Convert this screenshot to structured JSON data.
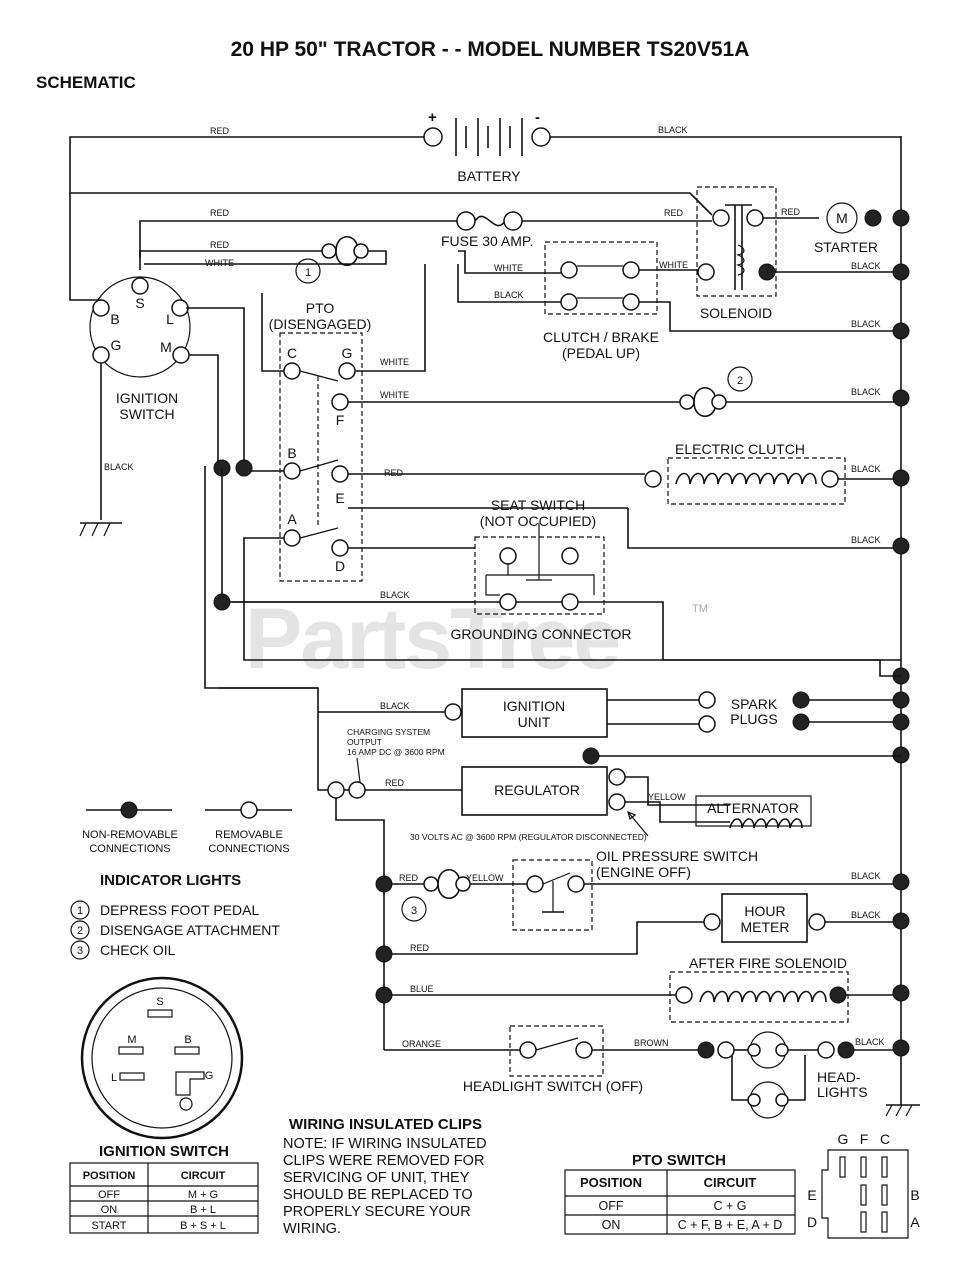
{
  "title": "20 HP 50\" TRACTOR - - MODEL NUMBER TS20V51A",
  "subtitle": "SCHEMATIC",
  "watermark": "PartsTree",
  "watermark_tm": "TM",
  "battery": {
    "label": "BATTERY",
    "plus": "+",
    "minus": "-"
  },
  "fuse": "FUSE 30 AMP.",
  "starter": {
    "label": "STARTER",
    "motor": "M"
  },
  "solenoid": "SOLENOID",
  "clutch_brake": {
    "line1": "CLUTCH / BRAKE",
    "line2": "(PEDAL UP)"
  },
  "pto": {
    "line1": "PTO",
    "line2": "(DISENGAGED)",
    "terminals": [
      "C",
      "G",
      "F",
      "B",
      "E",
      "A",
      "D"
    ]
  },
  "ignition_switch": {
    "line1": "IGNITION",
    "line2": "SWITCH",
    "terminals": [
      "S",
      "B",
      "L",
      "G",
      "M"
    ]
  },
  "electric_clutch": "ELECTRIC CLUTCH",
  "seat_switch": {
    "line1": "SEAT SWITCH",
    "line2": "(NOT OCCUPIED)"
  },
  "grounding_connector": "GROUNDING CONNECTOR",
  "ignition_unit": {
    "line1": "IGNITION",
    "line2": "UNIT"
  },
  "spark_plugs": {
    "line1": "SPARK",
    "line2": "PLUGS"
  },
  "charging": {
    "line1": "CHARGING SYSTEM",
    "line2": "OUTPUT",
    "line3": "16 AMP DC @ 3600 RPM"
  },
  "regulator": "REGULATOR",
  "alternator": "ALTERNATOR",
  "ac_note": "30 VOLTS AC @ 3600 RPM (REGULATOR DISCONNECTED)",
  "oil_switch": {
    "line1": "OIL PRESSURE SWITCH",
    "line2": "(ENGINE OFF)"
  },
  "hour_meter": {
    "line1": "HOUR",
    "line2": "METER"
  },
  "after_fire": "AFTER FIRE SOLENOID",
  "headlight_switch": "HEADLIGHT SWITCH (OFF)",
  "headlights": {
    "line1": "HEAD-",
    "line2": "LIGHTS"
  },
  "wire_colors": {
    "red": "RED",
    "black": "BLACK",
    "white": "WHITE",
    "yellow": "YELLOW",
    "blue": "BLUE",
    "orange": "ORANGE",
    "brown": "BROWN"
  },
  "indicator_numbers": [
    "1",
    "2",
    "3"
  ],
  "legend": {
    "non_removable": {
      "line1": "NON-REMOVABLE",
      "line2": "CONNECTIONS"
    },
    "removable": {
      "line1": "REMOVABLE",
      "line2": "CONNECTIONS"
    }
  },
  "indicator_lights": {
    "title": "INDICATOR LIGHTS",
    "items": [
      {
        "num": "1",
        "text": "DEPRESS FOOT PEDAL"
      },
      {
        "num": "2",
        "text": "DISENGAGE ATTACHMENT"
      },
      {
        "num": "3",
        "text": "CHECK OIL"
      }
    ]
  },
  "switch_face": [
    "S",
    "M",
    "B",
    "L",
    "G"
  ],
  "ignition_table": {
    "title": "IGNITION SWITCH",
    "headers": [
      "POSITION",
      "CIRCUIT"
    ],
    "rows": [
      [
        "OFF",
        "M + G"
      ],
      [
        "ON",
        "B + L"
      ],
      [
        "START",
        "B + S + L"
      ]
    ]
  },
  "clips_note": {
    "title": "WIRING INSULATED CLIPS",
    "lines": [
      "NOTE: IF WIRING INSULATED",
      "CLIPS WERE REMOVED FOR",
      "SERVICING OF UNIT, THEY",
      "SHOULD BE REPLACED TO",
      "PROPERLY SECURE YOUR",
      "WIRING."
    ]
  },
  "pto_table": {
    "title": "PTO SWITCH",
    "headers": [
      "POSITION",
      "CIRCUIT"
    ],
    "rows": [
      [
        "OFF",
        "C + G"
      ],
      [
        "ON",
        "C + F, B + E, A + D"
      ]
    ]
  },
  "pto_diagram": {
    "top": [
      "G",
      "F",
      "C"
    ],
    "left": [
      "E",
      "D"
    ],
    "right": [
      "B",
      "A"
    ]
  }
}
